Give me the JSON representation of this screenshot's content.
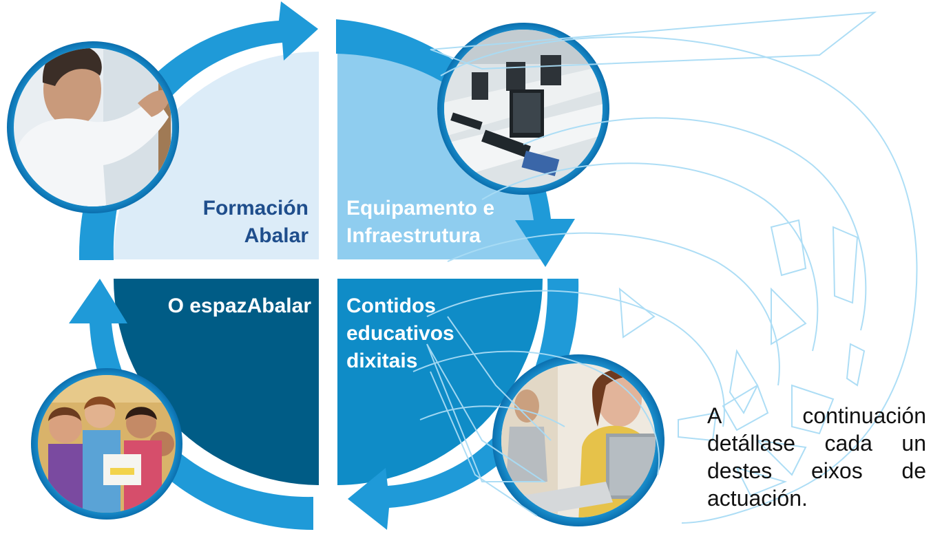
{
  "quadrants": {
    "top_left": {
      "line1": "Formación",
      "line2": "Abalar"
    },
    "top_right": {
      "line1": "Equipamento e",
      "line2": "Infraestrutura"
    },
    "bottom_left": {
      "line1": "O espazAbalar"
    },
    "bottom_right": {
      "line1": "Contidos",
      "line2": "educativos",
      "line3": "dixitais"
    }
  },
  "photos": [
    {
      "name": "teacher-photo",
      "depicts": "teacher writing on board"
    },
    {
      "name": "classroom-computers-photo",
      "depicts": "computer lab"
    },
    {
      "name": "children-photo",
      "depicts": "smiling children"
    },
    {
      "name": "student-laptop-photo",
      "depicts": "student with laptop"
    }
  ],
  "side_note": "A continuación detállase cada un destes eixos de actuación.",
  "colors": {
    "arrow": "#1f9ad8",
    "arrow_dark": "#0d78b8",
    "quad_top_left": "#dcecf8",
    "quad_top_right": "#8fcdef",
    "quad_bottom_left": "#005c86",
    "quad_bottom_right": "#0f8cc7",
    "label_dark": "#1f4e8c",
    "label_light": "#ffffff",
    "watermark": "#a9dcf5"
  }
}
